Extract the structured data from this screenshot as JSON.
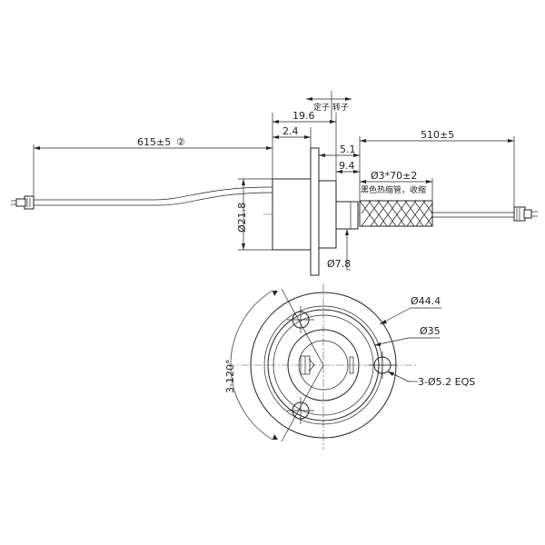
{
  "labels": {
    "stator_rotor": "定子 转子",
    "dim_19_6": "19.6",
    "dim_2_4": "2.4",
    "dim_615": "615±5",
    "circle_2": "②",
    "dim_5_1": "5.1",
    "dim_510": "510±5",
    "dim_9_4": "9.4",
    "dim_d3x70": "Ø3*70±2",
    "heat_shrink_note": "黑色热缩管，收缩",
    "dim_d21_8": "Ø21.8",
    "dim_d7_8": "Ø7.8",
    "dim_d44_4": "Ø44.4",
    "dim_d35": "Ø35",
    "dim_holes": "3-Ø5.2 EQS",
    "dim_angle": "3-120°"
  }
}
